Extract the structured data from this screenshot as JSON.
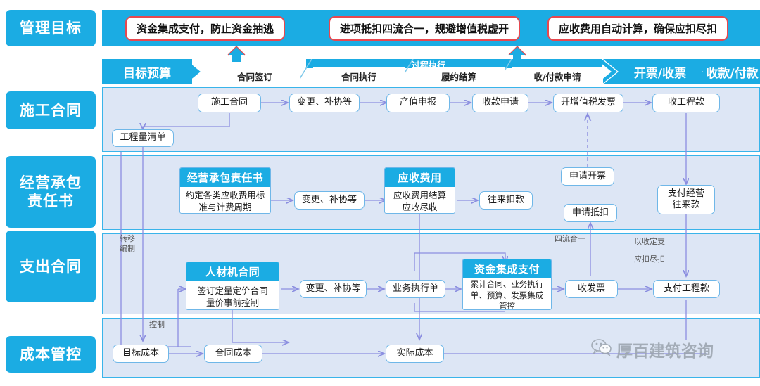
{
  "rails": [
    {
      "label": "管理目标"
    },
    {
      "label": "施工合同"
    },
    {
      "label": "经营承包\n责任书"
    },
    {
      "label": "支出合同"
    },
    {
      "label": "成本管控"
    }
  ],
  "goals": {
    "items": [
      "资金集成支付，防止资金抽逃",
      "进项抵扣四流合一，规避增值税虚开",
      "应收费用自动计算，确保应扣尽扣"
    ],
    "accent": "#e8484f",
    "bar_color": "#1bace3"
  },
  "process_bar": {
    "group_label": "过程执行",
    "stages": [
      {
        "label": "目标预算",
        "style": "solid"
      },
      {
        "label": "合同签订",
        "style": "light"
      },
      {
        "label": "合同执行",
        "style": "light"
      },
      {
        "label": "履约结算",
        "style": "light"
      },
      {
        "label": "收/付款申请",
        "style": "light"
      },
      {
        "label": "开票/收票",
        "style": "solid"
      },
      {
        "label": "收款/付款",
        "style": "solid"
      }
    ]
  },
  "rows": {
    "construction": {
      "nodes": [
        {
          "id": "sght",
          "label": "施工合同"
        },
        {
          "id": "bgbx1",
          "label": "变更、补协等"
        },
        {
          "id": "czsb",
          "label": "产值申报"
        },
        {
          "id": "sksq",
          "label": "收款申请"
        },
        {
          "id": "kzzsfp",
          "label": "开增值税发票"
        },
        {
          "id": "sgck",
          "label": "收工程款"
        },
        {
          "id": "gclqd",
          "label": "工程量清单"
        }
      ]
    },
    "contracting": {
      "cards": [
        {
          "id": "jycbzrs",
          "title": "经营承包责任书",
          "body": "约定各类应收费用标\n准与计费周期"
        },
        {
          "id": "ysfy",
          "title": "应收费用",
          "body": "应收费用结算\n应收尽收"
        }
      ],
      "nodes": [
        {
          "id": "bgbx2",
          "label": "变更、补协等"
        },
        {
          "id": "wlkk",
          "label": "往来扣款"
        },
        {
          "id": "sqkp",
          "label": "申请开票"
        },
        {
          "id": "sqdk",
          "label": "申请抵扣"
        },
        {
          "id": "zfjywlk",
          "label": "支付经营\n往来款"
        }
      ]
    },
    "expense": {
      "cards": [
        {
          "id": "rcjht",
          "title": "人材机合同",
          "body": "签订定量定价合同\n量价事前控制"
        },
        {
          "id": "zjjczf",
          "title": "资金集成支付",
          "body": "累计合同、业务执行\n单、预算、发票集成\n管控"
        }
      ],
      "nodes": [
        {
          "id": "bgbx3",
          "label": "变更、补协等"
        },
        {
          "id": "ywzxd",
          "label": "业务执行单"
        },
        {
          "id": "sfp",
          "label": "收发票"
        },
        {
          "id": "zfgck",
          "label": "支付工程款"
        }
      ]
    },
    "cost": {
      "nodes": [
        {
          "id": "mbcb",
          "label": "目标成本"
        },
        {
          "id": "htcb",
          "label": "合同成本"
        },
        {
          "id": "sjcb",
          "label": "实际成本"
        }
      ]
    }
  },
  "annotations": [
    {
      "id": "zhuanyi",
      "text": "转移\n编制"
    },
    {
      "id": "kongzhi",
      "text": "控制"
    },
    {
      "id": "siliu",
      "text": "四流合一"
    },
    {
      "id": "yishou",
      "text": "以收定支"
    },
    {
      "id": "yingkou",
      "text": "应扣尽扣"
    }
  ],
  "watermark": {
    "text": "厚百建筑咨询",
    "icon": "wechat-icon"
  }
}
